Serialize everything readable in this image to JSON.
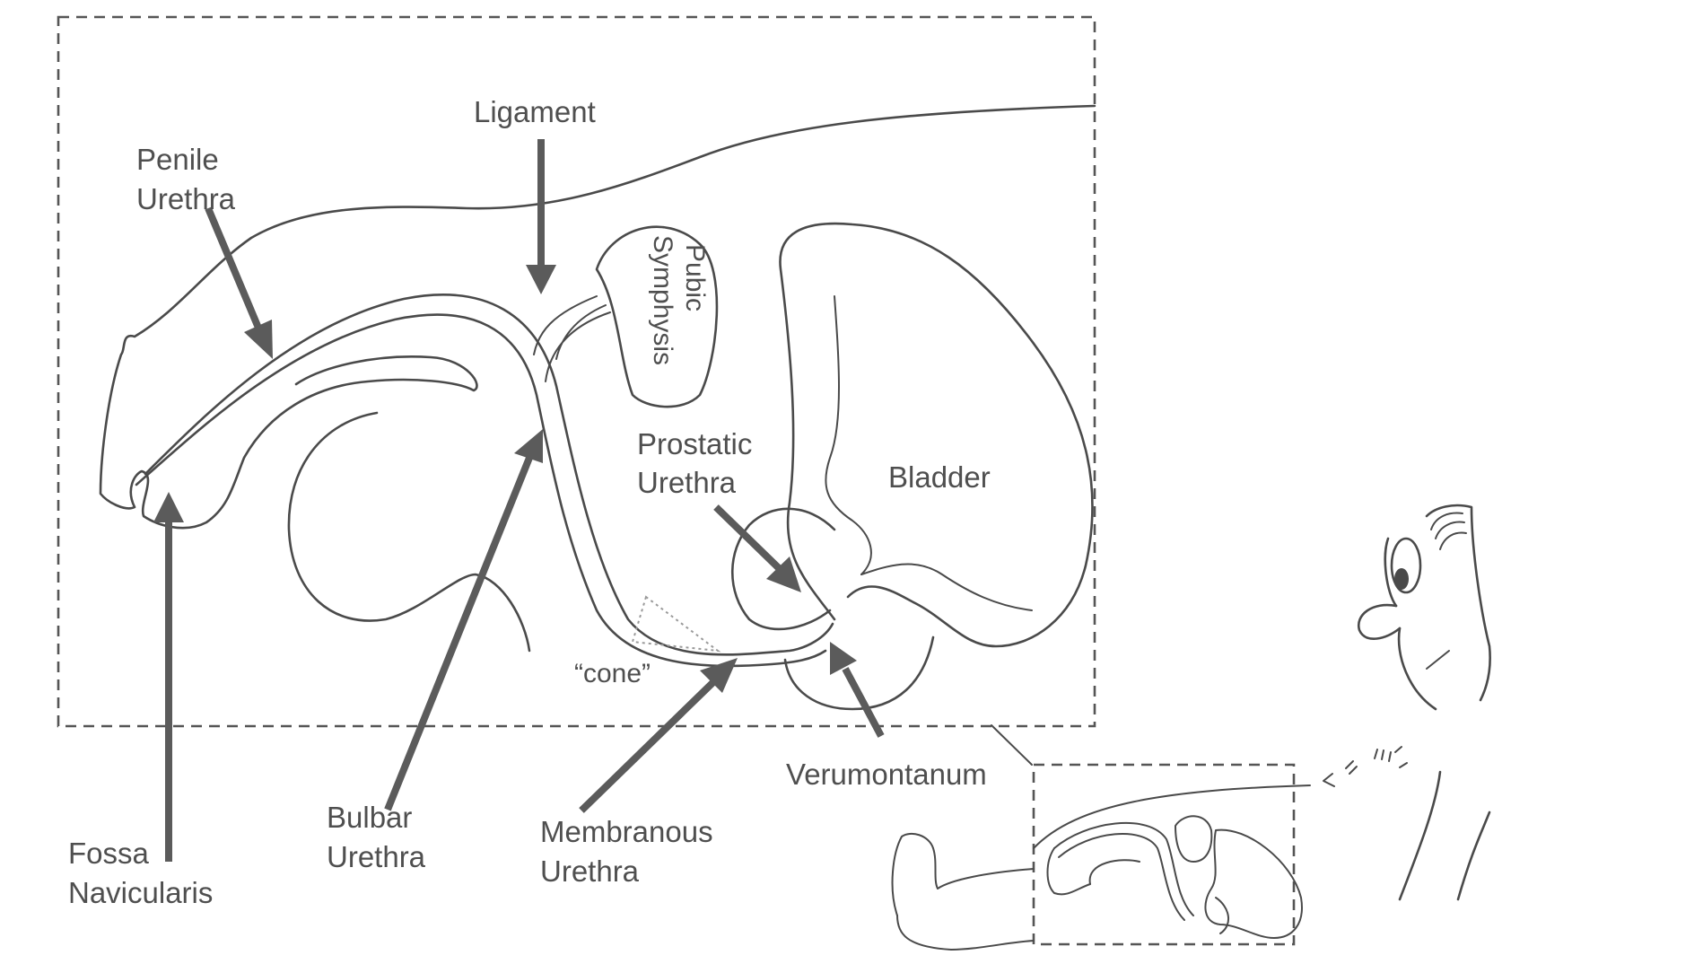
{
  "diagram": {
    "labels": {
      "ligament": "Ligament",
      "penile_urethra": [
        "Penile",
        "Urethra"
      ],
      "pubic_symphysis": [
        "Pubic",
        "Symphysis"
      ],
      "prostatic_urethra": [
        "Prostatic",
        "Urethra"
      ],
      "bladder": "Bladder",
      "cone": "“cone”",
      "fossa_navicularis": [
        "Fossa",
        "Navicularis"
      ],
      "bulbar_urethra": [
        "Bulbar",
        "Urethra"
      ],
      "membranous_urethra": [
        "Membranous",
        "Urethra"
      ],
      "verumontanum": "Verumontanum"
    },
    "colors": {
      "line": "#4a4a4a",
      "arrow": "#5b5b5b",
      "text": "#4f4f4f",
      "background": "#ffffff"
    }
  }
}
